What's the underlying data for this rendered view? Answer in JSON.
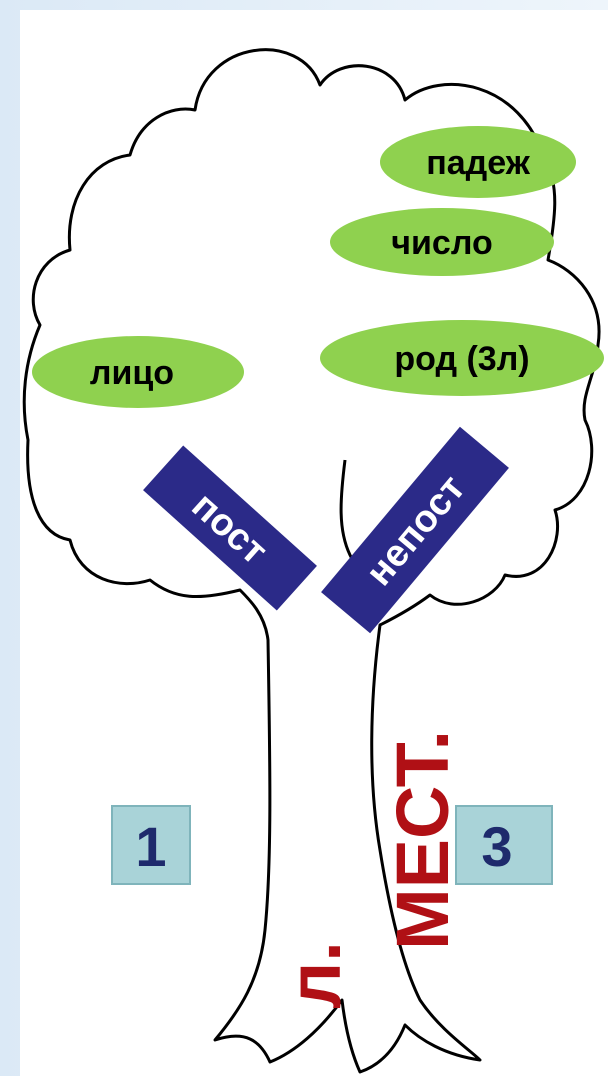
{
  "ovals": {
    "padezh": "падеж",
    "chislo": "число",
    "rod": "род (3л)",
    "litso": "лицо"
  },
  "branches": {
    "left": "пост",
    "right": "непост"
  },
  "numbers": {
    "left": "1",
    "right": "3"
  },
  "trunk": {
    "l": "л.",
    "mest": "мест."
  },
  "colors": {
    "oval_fill": "#8fd14f",
    "branch_fill": "#2b2a88",
    "number_box_fill": "#a9d3d8",
    "trunk_text": "#b01015"
  }
}
